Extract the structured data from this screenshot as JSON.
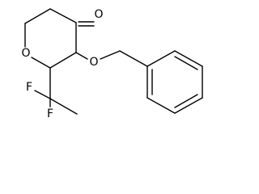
{
  "molecule": {
    "atoms": {
      "ring_oxygen": "O",
      "carbonyl_oxygen": "O",
      "ether_oxygen": "O",
      "fluorine_top": "F",
      "fluorine_bottom": "F"
    }
  },
  "colors": {
    "bond": "#000000",
    "label": "#000000",
    "background": "#ffffff"
  }
}
